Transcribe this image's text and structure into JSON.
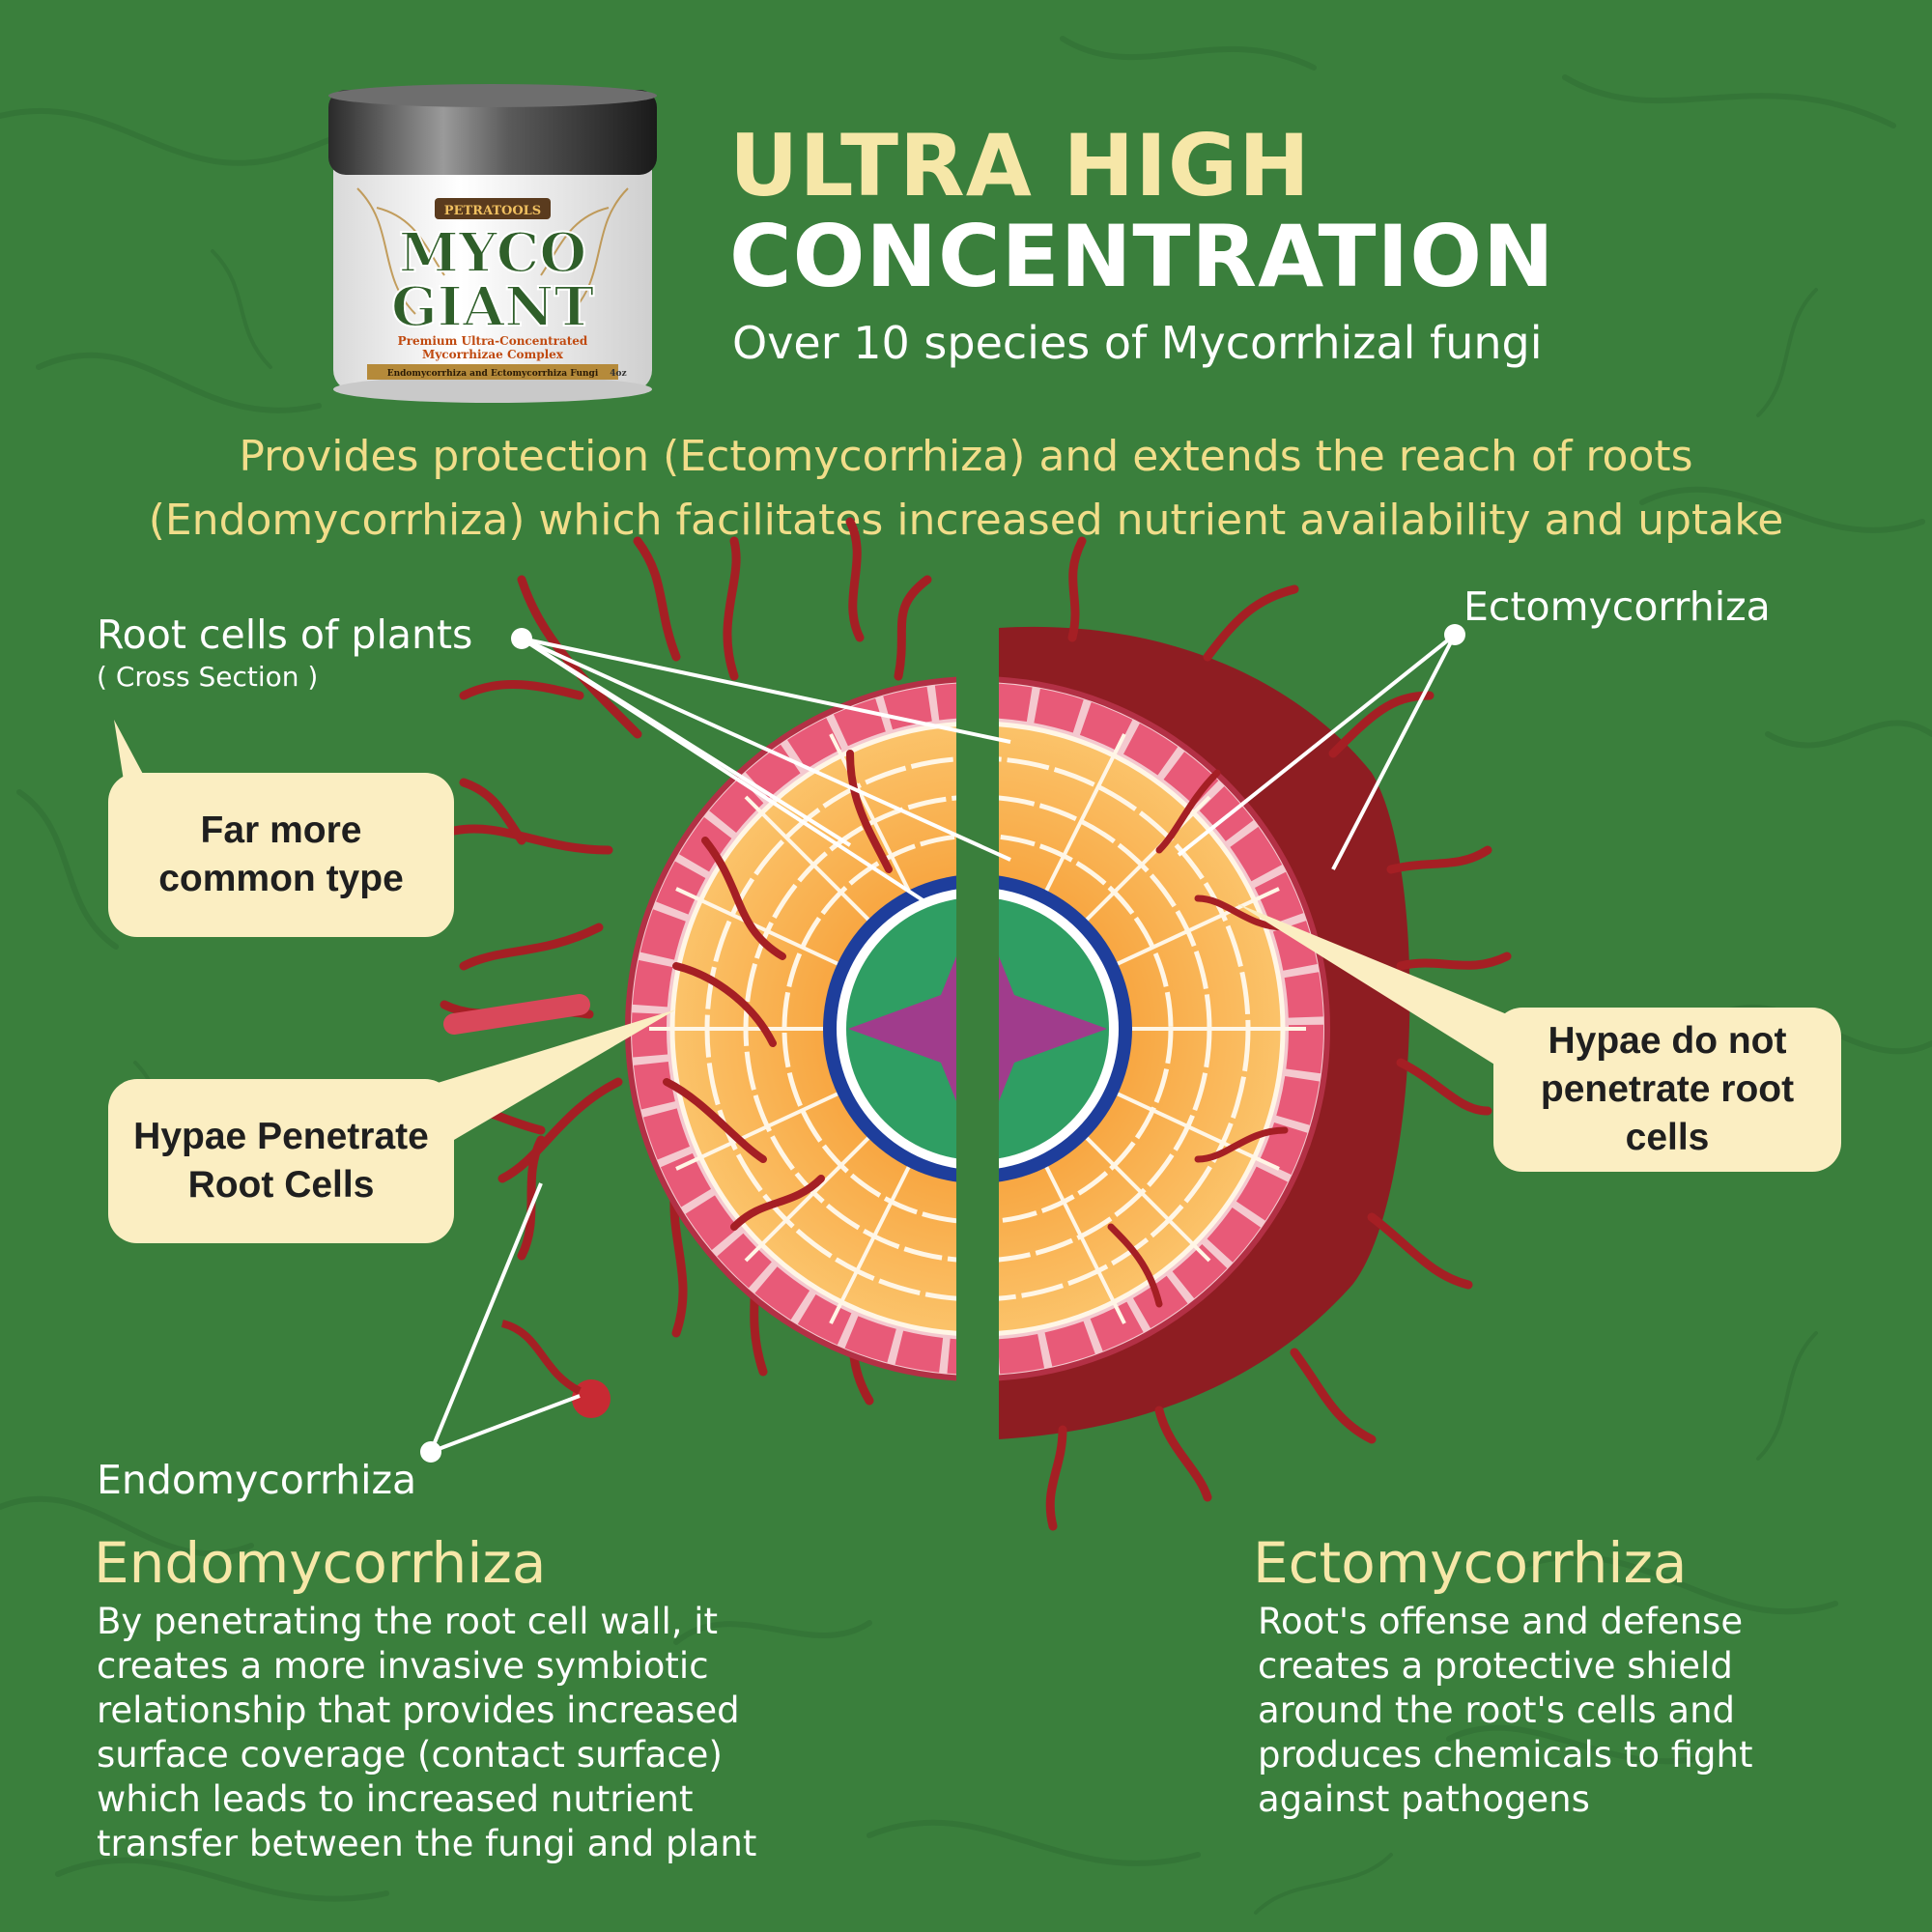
{
  "product": {
    "brand": "PETRATOOLS",
    "name_line1": "MYCO",
    "name_line2": "GIANT",
    "tagline_line1": "Premium Ultra-Concentrated",
    "tagline_line2": "Mycorrhizae Complex",
    "strip": "Endomycorrhiza and Ectomycorrhiza Fungi",
    "size": "4oz"
  },
  "header": {
    "headline_line1": "ULTRA HIGH",
    "headline_line2": "CONCENTRATION",
    "subheadline": "Over 10 species of Mycorrhizal fungi"
  },
  "intro": "Provides protection (Ectomycorrhiza) and extends the reach of roots (Endomycorrhiza) which facilitates increased nutrient availability and uptake",
  "diagram": {
    "root_cells_label": "Root cells of plants",
    "root_cells_sublabel": "( Cross Section )",
    "ecto_label": "Ectomycorrhiza",
    "endo_label": "Endomycorrhiza",
    "callout_common": "Far more common type",
    "callout_penetrate": "Hypae Penetrate Root Cells",
    "callout_no_penetrate": "Hypae do not penetrate root cells"
  },
  "sections": {
    "endo": {
      "title": "Endomycorrhiza",
      "body": "By penetrating the root cell wall, it creates a more invasive symbiotic relationship that provides increased surface coverage (contact surface) which leads to increased nutrient transfer between the fungi and plant"
    },
    "ecto": {
      "title": "Ectomycorrhiza",
      "body": "Root's offense and defense creates a protective shield around the root's cells and produces chemicals to fight against pathogens"
    }
  },
  "colors": {
    "background": "#3a7f3c",
    "headline_cream": "#f6e7a8",
    "intro_yellow": "#f1dd8a",
    "callout_fill": "#fbeec2",
    "hyphae_red": "#a51f24",
    "cell_orange": "#f7a13a",
    "cell_pink": "#e85a78",
    "stele_green": "#2f9e63",
    "stele_purple": "#a03c8c",
    "endodermis_blue": "#1e3e9c"
  }
}
